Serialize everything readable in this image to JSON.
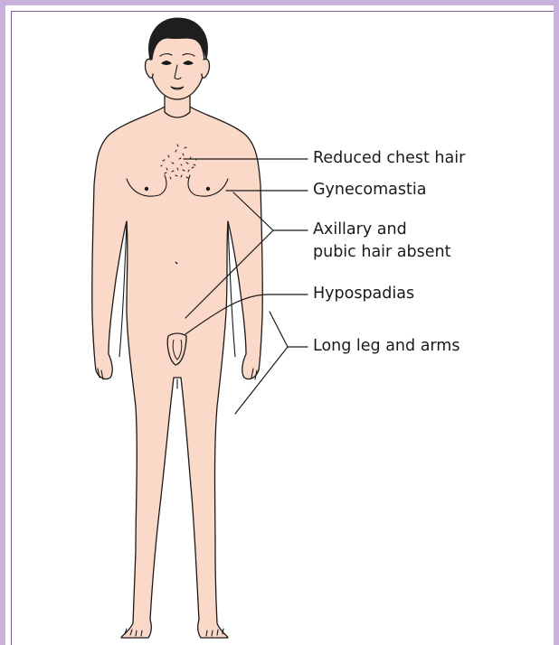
{
  "labels": {
    "chest_hair": "Reduced chest hair",
    "gynecomastia": "Gynecomastia",
    "axillary_line1": "Axillary and",
    "axillary_line2": "pubic hair absent",
    "hypospadias": "Hypospadias",
    "long_limbs": "Long leg and arms"
  },
  "colors": {
    "frame": "#c8b2dd",
    "frame_rule": "#7b5a9e",
    "skin": "#fbd9c8",
    "hair": "#1e1e1e",
    "outline": "#1a1a1a"
  }
}
